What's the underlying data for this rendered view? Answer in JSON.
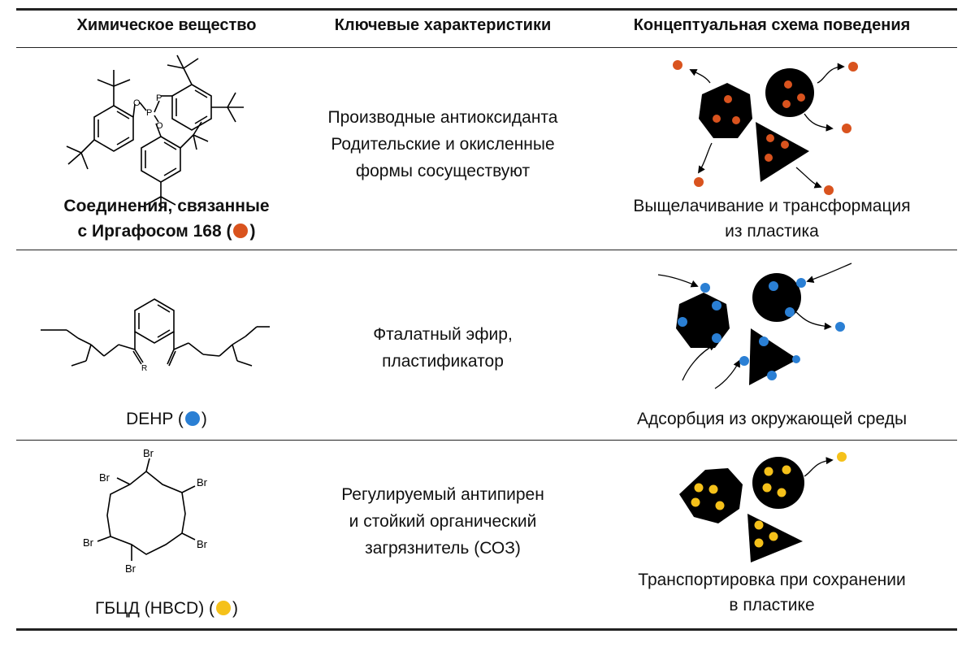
{
  "headers": {
    "substance": "Химическое вещество",
    "characteristics": "Ключевые характеристики",
    "behavior": "Концептуальная схема поведения"
  },
  "rows": [
    {
      "name_line1": "Соединения, связанные",
      "name_line2": "с Иргафосом 168 (",
      "name_close": ")",
      "dot_color": "#d9531e",
      "desc": [
        "Производные антиоксиданта",
        "Родительские и окисленные",
        "формы сосуществуют"
      ],
      "caption": [
        "Выщелачивание и трансформация",
        "из пластика"
      ],
      "molecule_labels": {
        "p1": "P",
        "p2": "P",
        "o1": "O",
        "o2": "O"
      }
    },
    {
      "name": "DEHP (",
      "name_close": ")",
      "dot_color": "#2a7fd4",
      "desc": [
        "Фталатный эфир,",
        "пластификатор"
      ],
      "caption": [
        "Адсорбция из окружающей среды"
      ],
      "molecule_labels": {
        "r": "R"
      }
    },
    {
      "name": "ГБЦД (HBCD) (",
      "name_close": ")",
      "dot_color": "#f5c11a",
      "desc": [
        "Регулируемый антипирен",
        "и стойкий органический",
        "загрязнитель (СОЗ)"
      ],
      "caption": [
        "Транспортировка при сохранении",
        "в пластике"
      ],
      "molecule_labels": {
        "br1": "Br",
        "br2": "Br",
        "br3": "Br",
        "br4": "Br",
        "br5": "Br",
        "br6": "Br"
      }
    }
  ],
  "colors": {
    "orange": "#d9531e",
    "blue": "#2a7fd4",
    "yellow": "#f5c11a",
    "particle": "#000000"
  }
}
